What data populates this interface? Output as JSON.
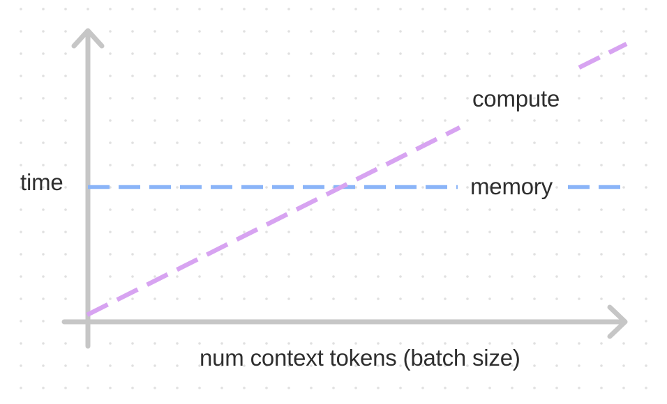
{
  "chart_data": {
    "type": "line",
    "title": "",
    "xlabel": "num context tokens (batch size)",
    "ylabel": "time",
    "x_ticks": [],
    "y_ticks": [],
    "axis_style": "conceptual sketch: gray arrowed axes on dotted grid, no numeric ticks",
    "legend_position": "inline labels beside each line",
    "series": [
      {
        "name": "compute",
        "color": "#d7a3f1",
        "line_style": "dashed",
        "trend": "linear increase with context tokens",
        "x_norm": [
          0.0,
          1.0
        ],
        "y_norm": [
          0.03,
          0.99
        ]
      },
      {
        "name": "memory",
        "color": "#8ab4f8",
        "line_style": "dashed",
        "trend": "constant (flat) across context tokens",
        "x_norm": [
          0.0,
          1.0
        ],
        "y_norm": [
          0.48,
          0.48
        ]
      }
    ]
  },
  "labels": {
    "y_axis": "time",
    "x_axis": "num context tokens (batch size)",
    "compute_series": "compute",
    "memory_series": "memory"
  },
  "colors": {
    "background": "#ffffff",
    "dot_grid": "#e0e0e0",
    "axis": "#c6c6c6",
    "text": "#2e2e2e",
    "compute_line": "#d7a3f1",
    "memory_line": "#8ab4f8"
  }
}
